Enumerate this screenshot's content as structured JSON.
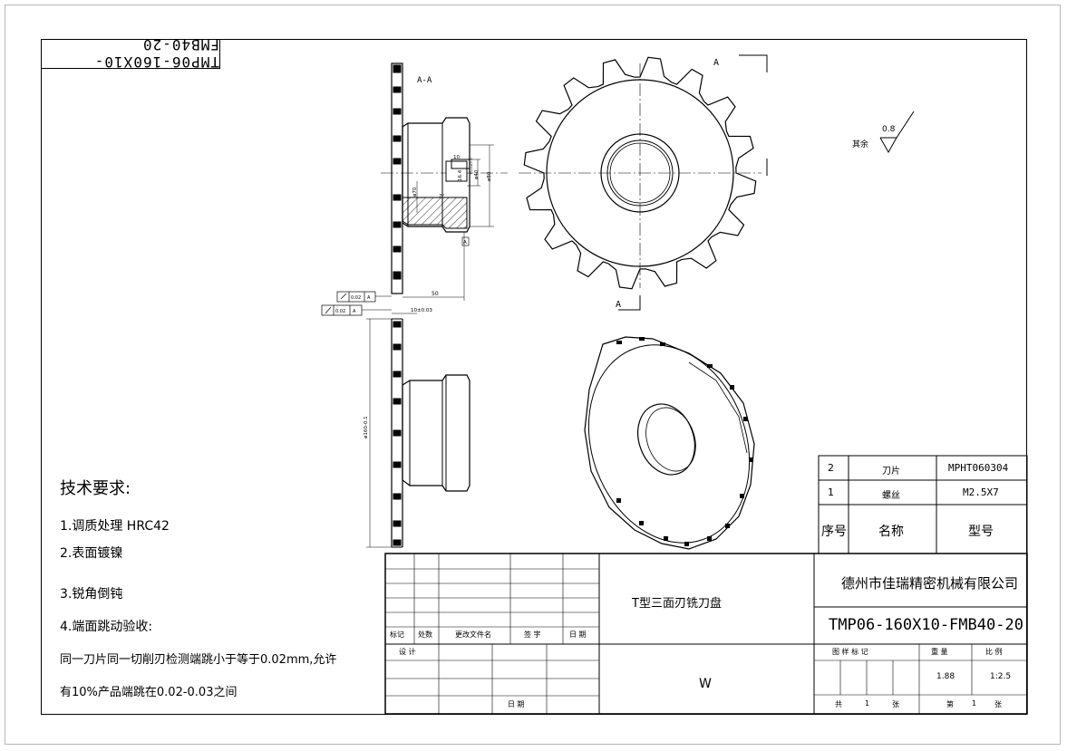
{
  "drawing": {
    "code_rotated": "TMP06-160X10-FMB40-20",
    "section_label": "A-A",
    "view_label_top": "A",
    "view_label_bottom": "A",
    "roughness_prefix": "其余",
    "roughness_value": "0.8",
    "dims": {
      "d10": "10",
      "d16_4": "16.4",
      "d40": "ø40",
      "d40_tol": "+0.025 0",
      "d80": "ø80",
      "d70": "ø70",
      "angle": "2°",
      "len50": "50",
      "width10": "10±0.03",
      "d160": "ø160-0.1",
      "datum": "A",
      "runout1": "0.02",
      "runout2": "0.02",
      "datum_ref1": "A",
      "datum_ref2": "A"
    }
  },
  "tech": {
    "title": "技术要求:",
    "items": [
      "1.调质处理  HRC42",
      "2.表面镀镍",
      "3.锐角倒钝",
      "4.端面跳动验收:",
      "同一刀片同一切削刃检测端跳小于等于0.02mm,允许",
      "有10%产品端跳在0.02-0.03之间"
    ]
  },
  "parts": {
    "rows": [
      {
        "no": "2",
        "name": "刀片",
        "model": "MPHT060304"
      },
      {
        "no": "1",
        "name": "螺丝",
        "model": "M2.5X7"
      }
    ],
    "header": {
      "no": "序号",
      "name": "名称",
      "model": "型号"
    }
  },
  "title_block": {
    "revision_headers": [
      "标记",
      "处数",
      "更改文件名",
      "签  字",
      "日  期"
    ],
    "design_label": "设  计",
    "date_label": "日  期",
    "part_title": "T型三面刃铣刀盘",
    "material": "W",
    "company": "德州市佳瑞精密机械有限公司",
    "drawing_no": "TMP06-160X10-FMB40-20",
    "stage_label": "图  样  标  记",
    "weight_label": "重  量",
    "scale_label": "比  例",
    "weight": "1.88",
    "scale": "1:2.5",
    "total_label": "共",
    "total_sheets": "1",
    "sheet_unit": "张",
    "sheet_label": "第",
    "sheet_no": "1",
    "sheet_unit2": "张"
  }
}
